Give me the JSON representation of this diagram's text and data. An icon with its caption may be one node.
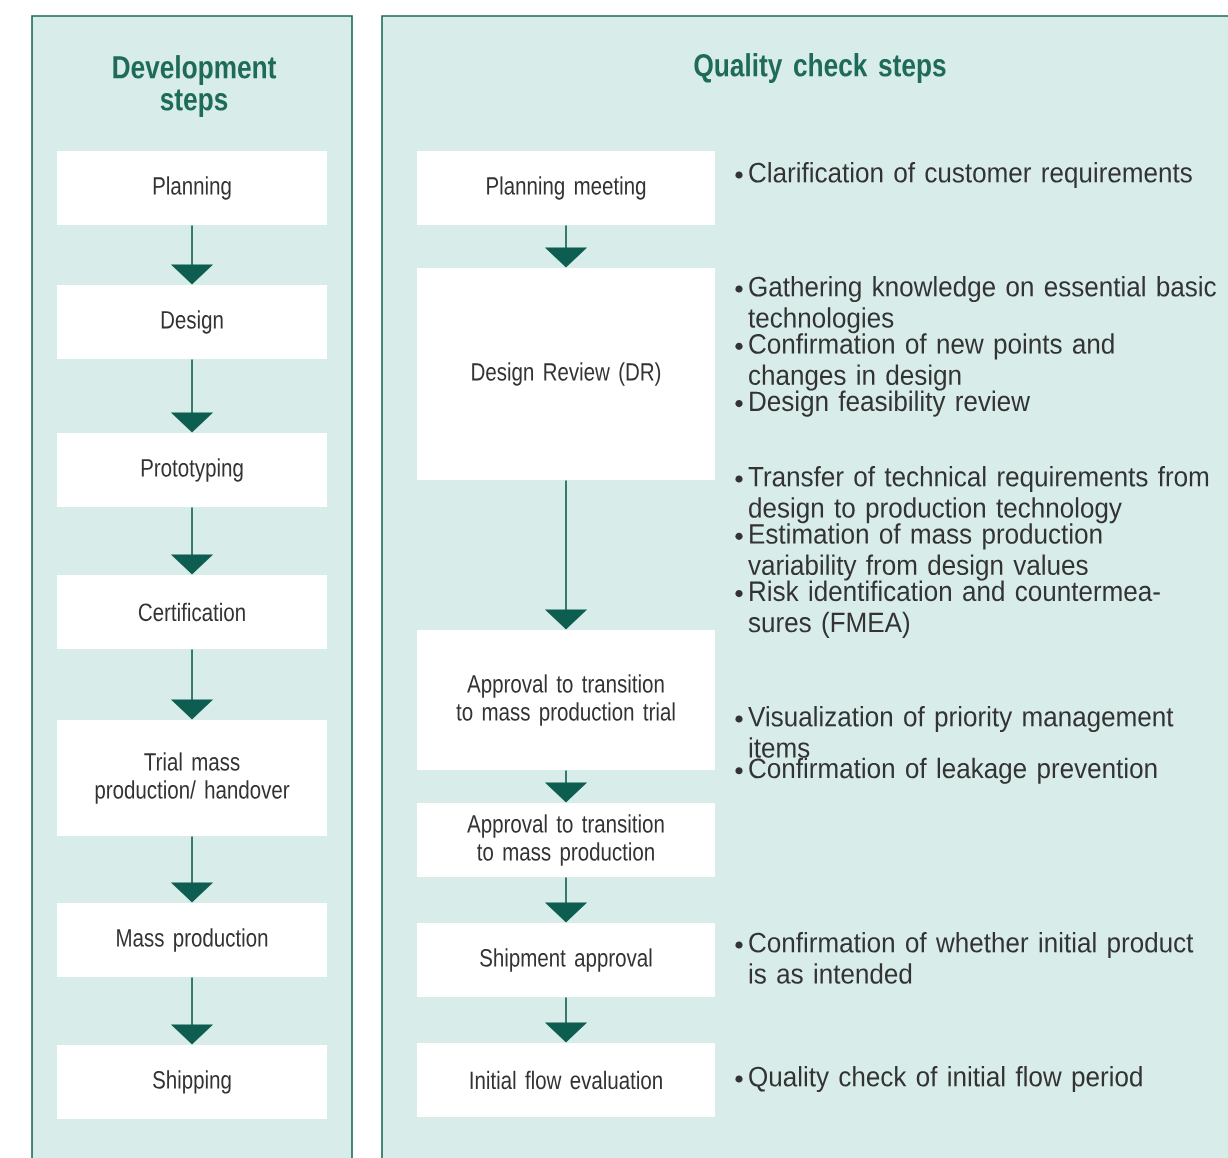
{
  "diagram": {
    "nodes": [
      {
        "text": [
          "Development steps"
        ]
      },
      {
        "text": [
          "Planning"
        ],
        "in": 0
      },
      {
        "text": [
          "Design"
        ],
        "in": 0
      },
      {
        "text": [
          "Prototyping"
        ],
        "in": 0
      },
      {
        "text": [
          "Certification"
        ],
        "in": 0
      },
      {
        "text": [
          "Trial mass production/ handover"
        ],
        "in": 0
      },
      {
        "text": [
          "Mass production"
        ],
        "in": 0
      },
      {
        "text": [
          "Shipping"
        ],
        "in": 0
      },
      {
        "text": [
          "Quality check steps"
        ]
      },
      {
        "text": [
          "Planning meeting"
        ],
        "in": 8,
        "beside": [
          "Clarification of customer requirements"
        ]
      },
      {
        "text": [
          "Design Review (DR)"
        ],
        "in": 8,
        "beside": [
          "Gathering knowledge on essential basic technologies",
          "Confirmation of new points and changes in design",
          "Design feasibility review"
        ]
      },
      {
        "text": [
          "Approval to transition to mass production trial"
        ],
        "in": 8,
        "beside": [
          "Transfer of technical requirements from design to production technology",
          "Estimation of mass production variability from design values",
          "Risk identification and countermea- sures (FMEA)"
        ]
      },
      {
        "text": [
          "Approval to transition to mass production"
        ],
        "in": 8,
        "beside": [
          "Visualization of priority management items",
          "Confirmation of leakage prevention"
        ]
      },
      {
        "text": [
          "Shipment approval"
        ],
        "in": 8,
        "beside": [
          "Confirmation of whether initial product is as intended"
        ]
      },
      {
        "text": [
          "Initial flow evaluation"
        ],
        "in": 8,
        "beside": [
          "Quality check of initial flow period"
        ]
      }
    ],
    "edges": [
      {
        "from": 1,
        "to": 2,
        "arrow": "to"
      },
      {
        "from": 2,
        "to": 3,
        "arrow": "to"
      },
      {
        "from": 3,
        "to": 4,
        "arrow": "to"
      },
      {
        "from": 4,
        "to": 5,
        "arrow": "to"
      },
      {
        "from": 5,
        "to": 6,
        "arrow": "to"
      },
      {
        "from": 6,
        "to": 7,
        "arrow": "to"
      },
      {
        "from": 9,
        "to": 10,
        "arrow": "to"
      },
      {
        "from": 10,
        "to": 11,
        "arrow": "to"
      },
      {
        "from": 11,
        "to": 12,
        "arrow": "to"
      },
      {
        "from": 12,
        "to": 13,
        "arrow": "to"
      },
      {
        "from": 13,
        "to": 14,
        "arrow": "to"
      }
    ]
  }
}
